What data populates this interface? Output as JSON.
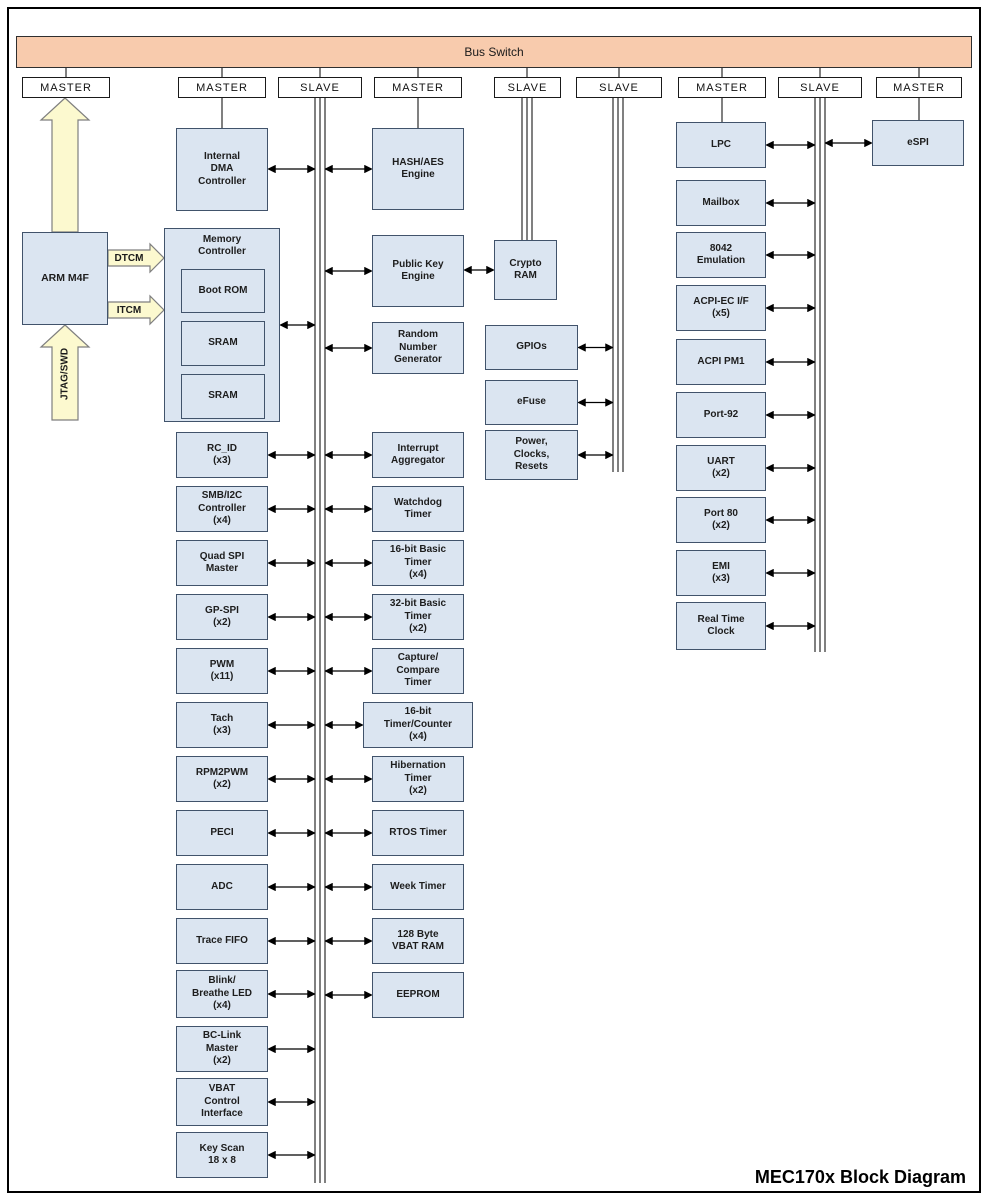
{
  "title": "MEC170x Block Diagram",
  "bus_switch": "Bus Switch",
  "ports": [
    "MASTER",
    "MASTER",
    "SLAVE",
    "MASTER",
    "SLAVE",
    "SLAVE",
    "MASTER",
    "SLAVE",
    "MASTER"
  ],
  "cpu": {
    "label": "ARM M4F",
    "jtag": "JTAG/SWD",
    "dtcm": "DTCM",
    "itcm": "ITCM"
  },
  "memory_controller": {
    "label": "Memory\nController",
    "children": [
      "Boot ROM",
      "SRAM",
      "SRAM"
    ]
  },
  "blocks": {
    "dma": "Internal\nDMA\nController",
    "hash_aes": "HASH/AES\nEngine",
    "public_key": "Public Key\nEngine",
    "rng": "Random\nNumber\nGenerator",
    "crypto_ram": "Crypto\nRAM",
    "espi": "eSPI"
  },
  "left_column": [
    "RC_ID\n(x3)",
    "SMB/I2C\nController\n(x4)",
    "Quad SPI\nMaster",
    "GP-SPI\n(x2)",
    "PWM\n(x11)",
    "Tach\n(x3)",
    "RPM2PWM\n(x2)",
    "PECI",
    "ADC",
    "Trace FIFO",
    "Blink/\nBreathe LED\n(x4)",
    "BC-Link\nMaster\n(x2)",
    "VBAT\nControl\nInterface",
    "Key Scan\n18 x 8"
  ],
  "mid_column": [
    "Interrupt\nAggregator",
    "Watchdog\nTimer",
    "16-bit Basic\nTimer\n(x4)",
    "32-bit Basic\nTimer\n(x2)",
    "Capture/\nCompare\nTimer",
    "16-bit\nTimer/Counter\n(x4)",
    "Hibernation\nTimer\n(x2)",
    "RTOS Timer",
    "Week Timer",
    "128 Byte\nVBAT RAM",
    "EEPROM"
  ],
  "io_column": [
    "GPIOs",
    "eFuse",
    "Power,\nClocks,\nResets"
  ],
  "host_column": [
    "LPC",
    "Mailbox",
    "8042\nEmulation",
    "ACPI-EC I/F\n(x5)",
    "ACPI PM1",
    "Port-92",
    "UART\n(x2)",
    "Port 80\n(x2)",
    "EMI\n(x3)",
    "Real Time\nClock"
  ],
  "colors": {
    "bus_switch_fill": "#f8cbad",
    "block_fill": "#dbe5f1",
    "block_border": "#41536b",
    "yellow_arrow_fill": "#fcf9cf",
    "line_color": "#000000"
  }
}
